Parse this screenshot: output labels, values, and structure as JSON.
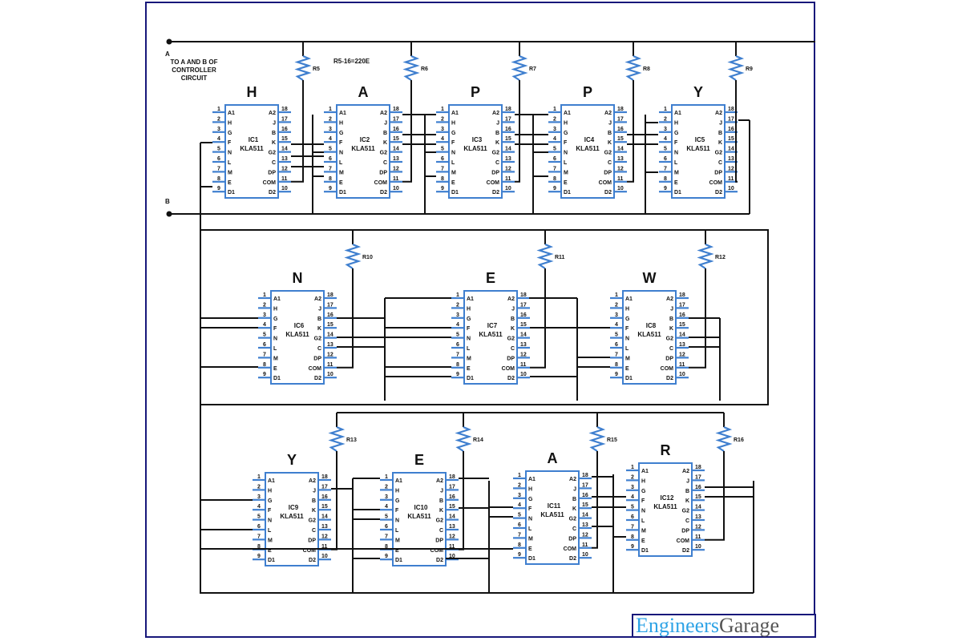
{
  "notes": {
    "node_a": "A",
    "node_b": "B",
    "controller_text": [
      "TO A AND B OF",
      "CONTROLLER",
      "CIRCUIT"
    ],
    "resistor_note": "R5-16=220E"
  },
  "part_type": "KLA511",
  "left_pins": [
    {
      "num": "1",
      "name": "A1"
    },
    {
      "num": "2",
      "name": "H"
    },
    {
      "num": "3",
      "name": "G"
    },
    {
      "num": "4",
      "name": "F"
    },
    {
      "num": "5",
      "name": "N"
    },
    {
      "num": "6",
      "name": "L"
    },
    {
      "num": "7",
      "name": "M"
    },
    {
      "num": "8",
      "name": "E"
    },
    {
      "num": "9",
      "name": "D1"
    }
  ],
  "right_pins": [
    {
      "num": "18",
      "name": "A2"
    },
    {
      "num": "17",
      "name": "J"
    },
    {
      "num": "16",
      "name": "B"
    },
    {
      "num": "15",
      "name": "K"
    },
    {
      "num": "14",
      "name": "G2"
    },
    {
      "num": "13",
      "name": "C"
    },
    {
      "num": "12",
      "name": "DP"
    },
    {
      "num": "11",
      "name": "COM"
    },
    {
      "num": "10",
      "name": "D2"
    }
  ],
  "rows": [
    {
      "message": "HAPPY",
      "ics": [
        {
          "id": "IC1",
          "letter": "H",
          "resistor": "R5"
        },
        {
          "id": "IC2",
          "letter": "A",
          "resistor": "R6"
        },
        {
          "id": "IC3",
          "letter": "P",
          "resistor": "R7"
        },
        {
          "id": "IC4",
          "letter": "P",
          "resistor": "R8"
        },
        {
          "id": "IC5",
          "letter": "Y",
          "resistor": "R9"
        }
      ]
    },
    {
      "message": "NEW",
      "ics": [
        {
          "id": "IC6",
          "letter": "N",
          "resistor": "R10"
        },
        {
          "id": "IC7",
          "letter": "E",
          "resistor": "R11"
        },
        {
          "id": "IC8",
          "letter": "W",
          "resistor": "R12"
        }
      ]
    },
    {
      "message": "YEAR",
      "ics": [
        {
          "id": "IC9",
          "letter": "Y",
          "resistor": "R13"
        },
        {
          "id": "IC10",
          "letter": "E",
          "resistor": "R14"
        },
        {
          "id": "IC11",
          "letter": "A",
          "resistor": "R15"
        },
        {
          "id": "IC12",
          "letter": "R",
          "resistor": "R16"
        }
      ]
    }
  ],
  "logo": {
    "part1": "Engineers",
    "part2": "Garage"
  }
}
